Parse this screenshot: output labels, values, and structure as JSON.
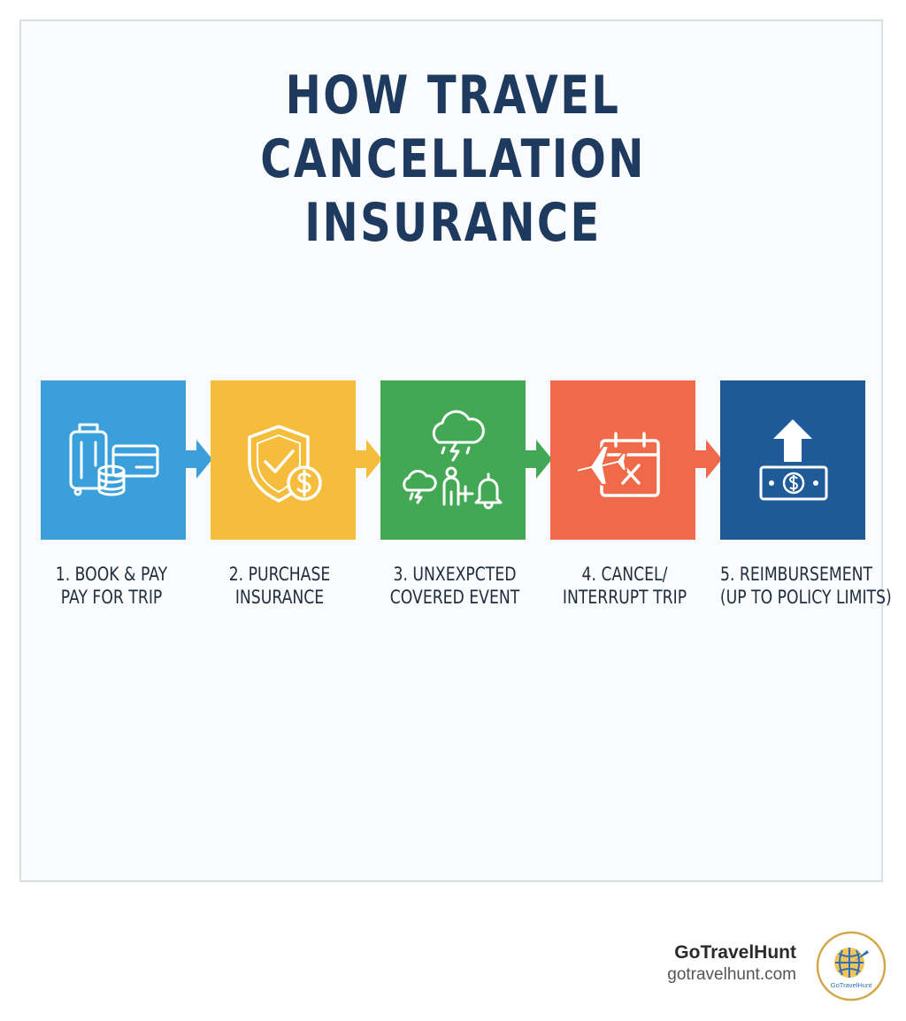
{
  "title": {
    "line1": "HOW TRAVEL CANCELLATION",
    "line2": "INSURANCE"
  },
  "steps": [
    {
      "line1": "1. BOOK & PAY",
      "line2": "PAY FOR TRIP",
      "color": "#3b9fdc",
      "icon": "luggage-card-coins-icon"
    },
    {
      "line1": "2. PURCHASE",
      "line2": "INSURANCE",
      "color": "#f5bd3b",
      "icon": "shield-dollar-icon"
    },
    {
      "line1": "3. UNXEXPCTED",
      "line2": "COVERED EVENT",
      "color": "#43a854",
      "icon": "storm-medical-alert-icon"
    },
    {
      "line1": "4. CANCEL/",
      "line2": "INTERRUPT TRIP",
      "color": "#f06a4a",
      "icon": "plane-cancel-calendar-icon"
    },
    {
      "line1": "5. REIMBURSEMENT",
      "line2": "(UP TO POLICY LIMITS)",
      "color": "#1e5b98",
      "icon": "money-refund-arrow-icon"
    }
  ],
  "brand": {
    "name": "GoTravelHunt",
    "url": "gotravelhunt.com",
    "logo_text": "GoTravelHunt"
  }
}
